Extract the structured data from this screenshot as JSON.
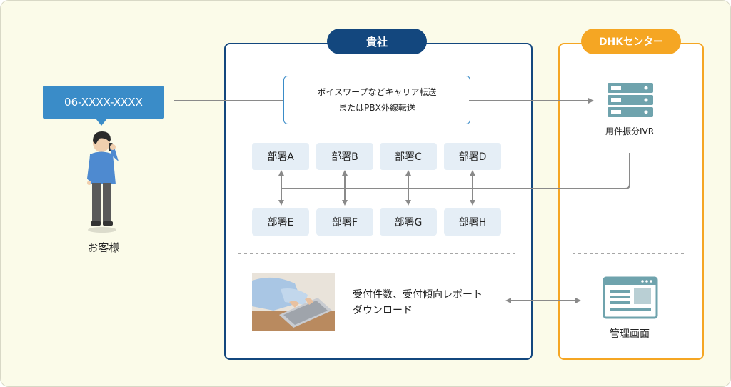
{
  "customer": {
    "phone_number": "06-XXXX-XXXX",
    "label": "お客様"
  },
  "company": {
    "title": "貴社",
    "transfer": {
      "line1": "ボイスワープなどキャリア転送",
      "line2": "またはPBX外線転送"
    },
    "departments_top": [
      "部署A",
      "部署B",
      "部署C",
      "部署D"
    ],
    "departments_bottom": [
      "部署E",
      "部署F",
      "部署G",
      "部署H"
    ],
    "report": {
      "line1": "受付件数、受付傾向レポート",
      "line2": "ダウンロード"
    }
  },
  "dhk_center": {
    "title": "DHKセンター",
    "ivr_label": "用件振分IVR",
    "management_label": "管理画面"
  },
  "colors": {
    "company_navy": "#13477e",
    "dhk_orange": "#f5a623",
    "phone_blue": "#3a8cc8",
    "dept_bg": "#e5eef6",
    "icon_teal": "#6fa3ad"
  }
}
